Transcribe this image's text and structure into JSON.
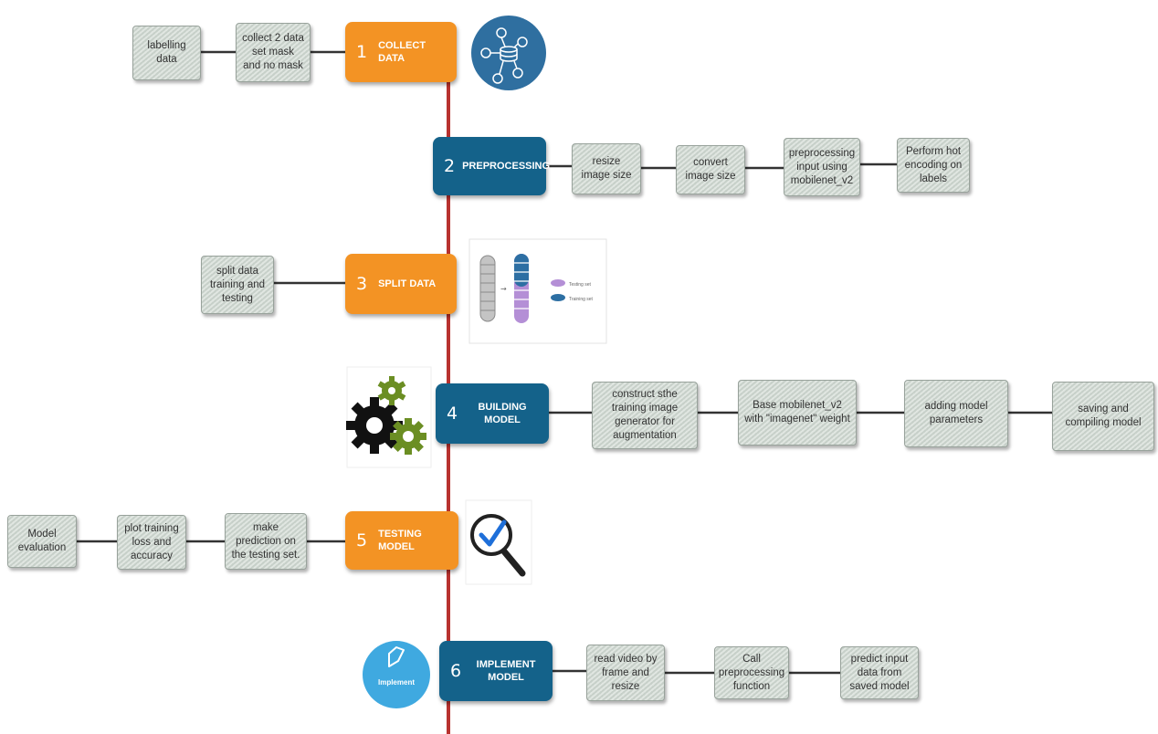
{
  "stages": [
    {
      "num": "1",
      "title": "COLLECT DATA"
    },
    {
      "num": "2",
      "title": "PREPROCESSING"
    },
    {
      "num": "3",
      "title": "SPLIT DATA"
    },
    {
      "num": "4",
      "title": "BUILDING MODEL"
    },
    {
      "num": "5",
      "title": "TESTING MODEL"
    },
    {
      "num": "6",
      "title": "IMPLEMENT MODEL"
    }
  ],
  "steps": {
    "collect": [
      "labelling data",
      "collect 2 data set mask and no mask"
    ],
    "preprocessing": [
      "resize image size",
      "convert image size",
      "preprocessing input using mobilenet_v2",
      "Perform hot encoding on labels"
    ],
    "split": [
      "split data training and testing"
    ],
    "building": [
      "construct sthe training image generator for augmentation",
      "Base mobilenet_v2 with \"imagenet\" weight",
      "adding model parameters",
      "saving and compiling model"
    ],
    "testing": [
      "Model evaluation",
      "plot training loss and accuracy",
      "make prediction on the testing set."
    ],
    "implement": [
      "read video by frame and resize",
      "Call preprocessing function",
      "predict input data from saved model"
    ]
  },
  "illustrations": {
    "split_legend": [
      "Testing set",
      "Training set"
    ],
    "implement_badge": "Implement"
  },
  "colors": {
    "orange": "#f39324",
    "blue": "#14628a",
    "spine": "#b8322f",
    "step_fill": "#cfd8d1",
    "connector": "#333333"
  }
}
